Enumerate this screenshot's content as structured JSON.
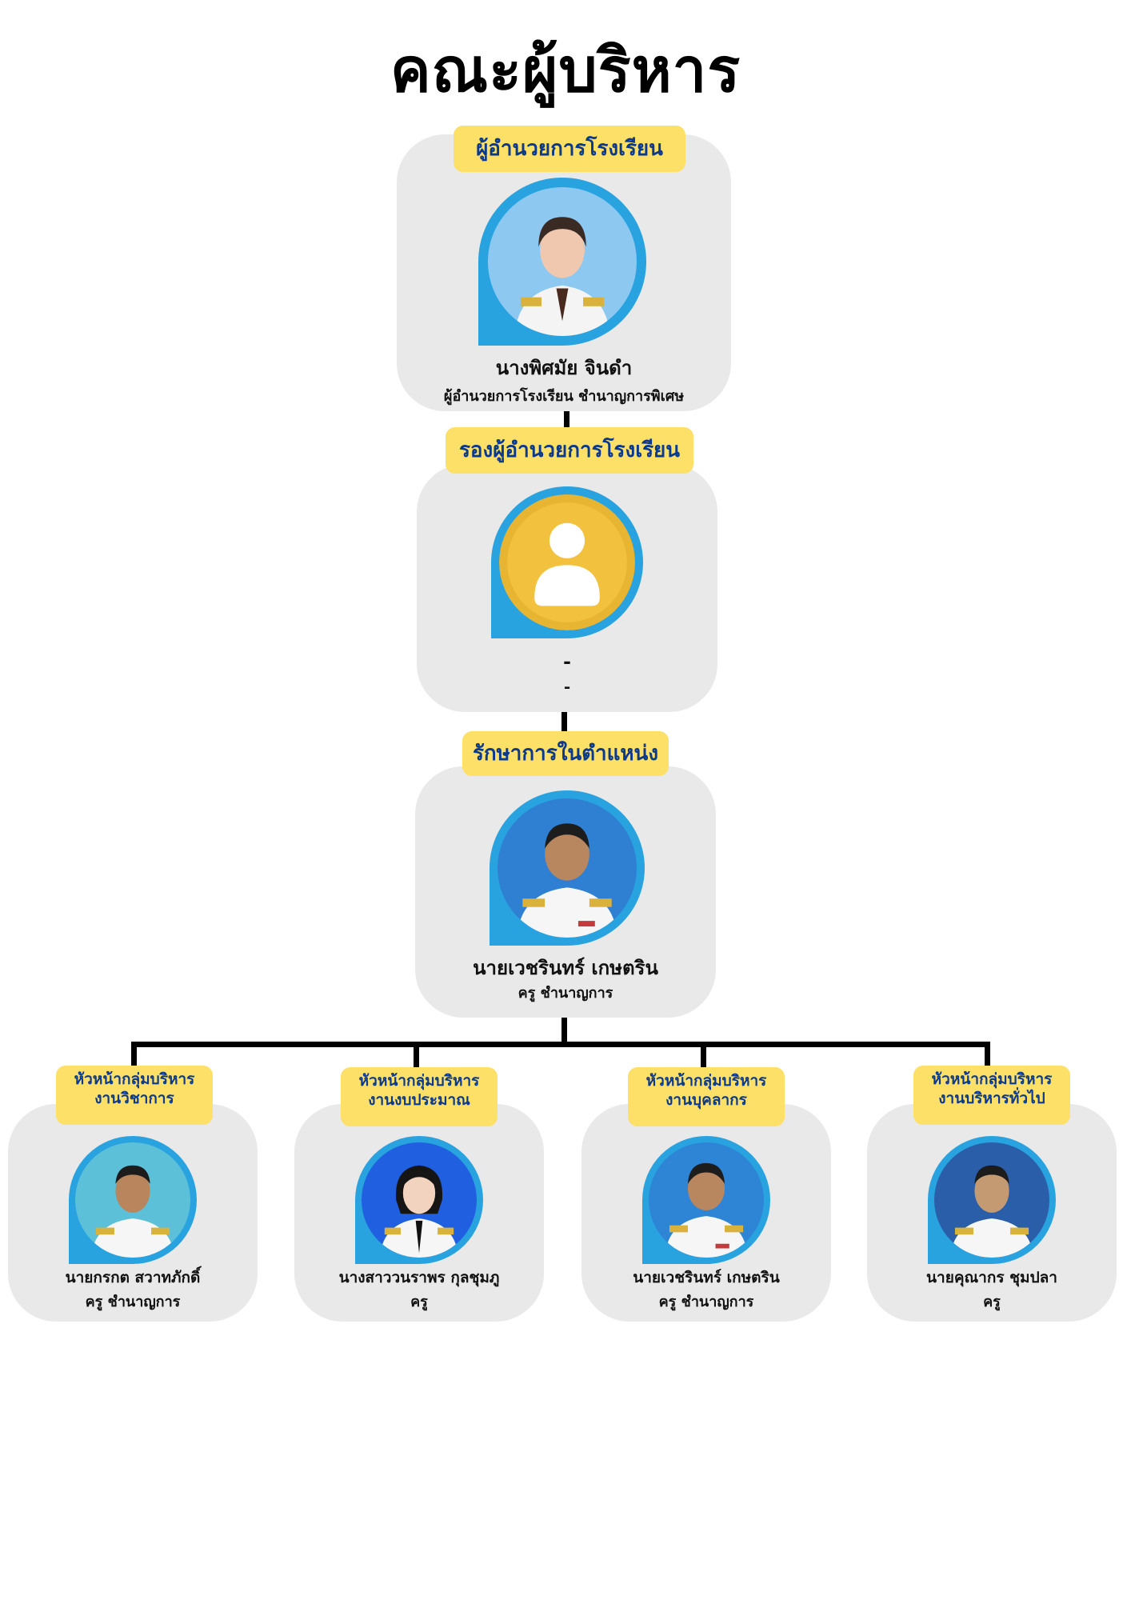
{
  "title": "คณะผู้บริหาร",
  "director": {
    "role": "ผู้อำนวยการโรงเรียน",
    "name": "นางพิศมัย จินดำ",
    "position": "ผู้อำนวยการโรงเรียน ชำนาญการพิเศษ",
    "avatar": "person-photo-woman"
  },
  "deputy": {
    "role": "รองผู้อำนวยการโรงเรียน",
    "name": "-",
    "position": "-",
    "avatar": "user-placeholder-icon"
  },
  "acting": {
    "role": "รักษาการในตำแหน่ง",
    "name": "นายเวชรินทร์ เกษตริน",
    "position": "ครู ชำนาญการ",
    "avatar": "person-photo-man"
  },
  "heads": [
    {
      "role_line1": "หัวหน้ากลุ่มบริหาร",
      "role_line2": "งานวิชาการ",
      "name": "นายกรกต  สวาทภักดิ์",
      "position": "ครู ชำนาญการ"
    },
    {
      "role_line1": "หัวหน้ากลุ่มบริหาร",
      "role_line2": "งานงบประมาณ",
      "name": "นางสาววนราพร กุลชุมภู",
      "position": "ครู"
    },
    {
      "role_line1": "หัวหน้ากลุ่มบริหาร",
      "role_line2": "งานบุคลากร",
      "name": "นายเวชรินทร์ เกษตริน",
      "position": "ครู ชำนาญการ"
    },
    {
      "role_line1": "หัวหน้ากลุ่มบริหาร",
      "role_line2": "งานบริหารทั่วไป",
      "name": "นายคุณากร ชุมปลา",
      "position": "ครู"
    }
  ],
  "colors": {
    "card_bg": "#e9e9e9",
    "label_bg": "#fde067",
    "label_text": "#0b3a8c",
    "photo_ring": "#29a3e0",
    "connector": "#000000"
  }
}
